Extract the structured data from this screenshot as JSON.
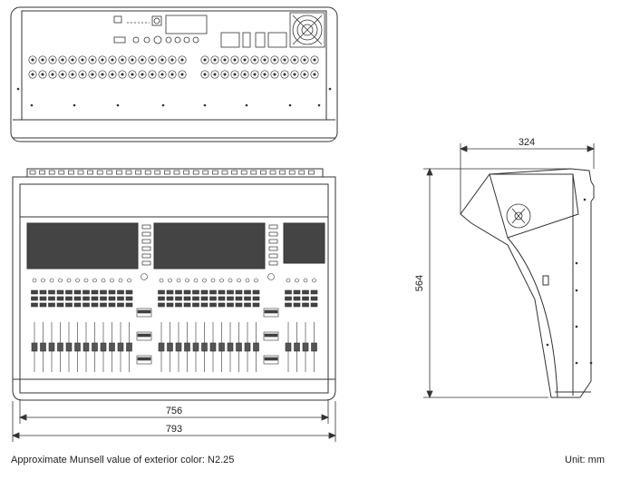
{
  "dimensions": {
    "width_outer": "793",
    "width_inner": "756",
    "depth": "324",
    "height": "564"
  },
  "notes": {
    "color": "Approximate Munsell value of exterior color: N2.25",
    "unit": "Unit: mm"
  },
  "colors": {
    "line": "#333333",
    "screen": "#444444",
    "light_line": "#888888"
  }
}
